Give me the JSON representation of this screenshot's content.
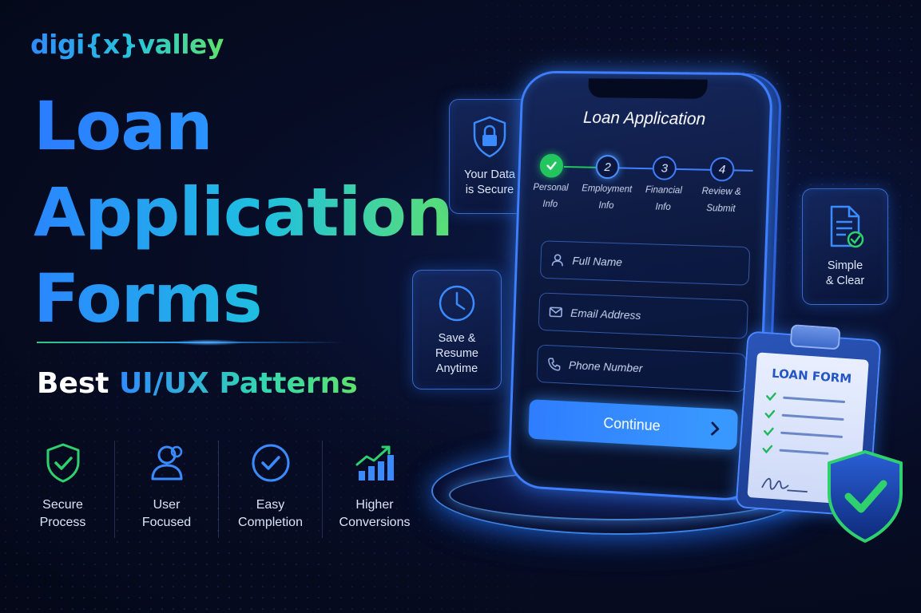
{
  "brand": {
    "logo": "digi{x}valley"
  },
  "headline": {
    "line1": "Loan",
    "line2": "Application",
    "line3": "Forms"
  },
  "subhead": {
    "white": "Best",
    "colored": "UI/UX Patterns"
  },
  "features": [
    {
      "icon": "shield-check-icon",
      "label1": "Secure",
      "label2": "Process"
    },
    {
      "icon": "user-icon",
      "label1": "User",
      "label2": "Focused"
    },
    {
      "icon": "check-circle-icon",
      "label1": "Easy",
      "label2": "Completion"
    },
    {
      "icon": "bar-chart-up-icon",
      "label1": "Higher",
      "label2": "Conversions"
    }
  ],
  "cards": {
    "secure": {
      "icon": "shield-lock-icon",
      "line1": "Your Data",
      "line2": "is Secure"
    },
    "save": {
      "icon": "clock-icon",
      "line1": "Save &",
      "line2": "Resume",
      "line3": "Anytime"
    },
    "simple": {
      "icon": "document-check-icon",
      "line1": "Simple",
      "line2": "& Clear"
    }
  },
  "phone": {
    "title": "Loan Application",
    "steps": [
      {
        "number": "",
        "state": "done",
        "label1": "Personal",
        "label2": "Info"
      },
      {
        "number": "2",
        "state": "active",
        "label1": "Employment",
        "label2": "Info"
      },
      {
        "number": "3",
        "state": "todo",
        "label1": "Financial",
        "label2": "Info"
      },
      {
        "number": "4",
        "state": "todo",
        "label1": "Review &",
        "label2": "Submit"
      }
    ],
    "fields": [
      {
        "icon": "user-icon",
        "placeholder": "Full Name"
      },
      {
        "icon": "mail-icon",
        "placeholder": "Email Address"
      },
      {
        "icon": "phone-icon",
        "placeholder": "Phone Number"
      }
    ],
    "button": "Continue"
  },
  "clipboard": {
    "title": "LOAN FORM"
  },
  "colors": {
    "accent": "#3a8bff",
    "green": "#22c55e",
    "background": "#070d26"
  }
}
